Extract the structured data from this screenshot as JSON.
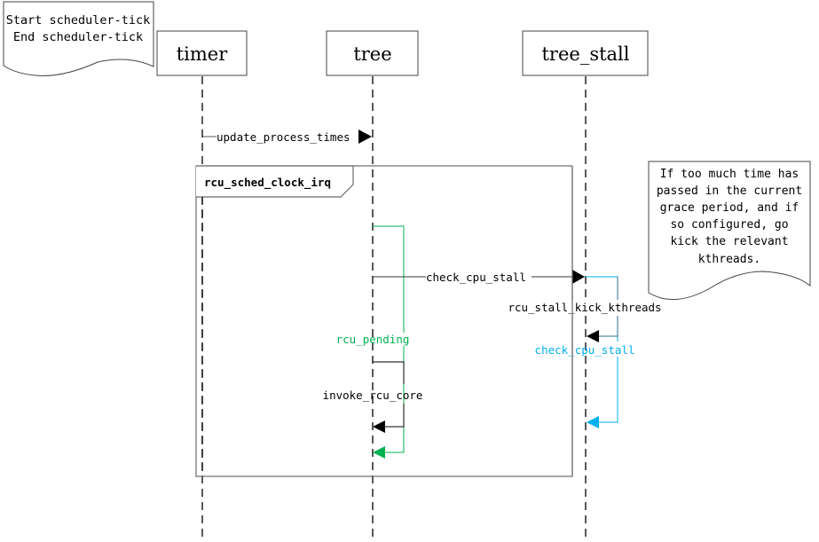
{
  "diagram": {
    "type": "sequence",
    "colors": {
      "line": "#000000",
      "frame": "#6b6b6b",
      "green": "#00b050",
      "cyan": "#00b0f0"
    },
    "notes": {
      "scheduler": {
        "lines": [
          "Start scheduler-tick",
          "End scheduler-tick"
        ]
      },
      "stall": {
        "lines": [
          "If too much time has",
          "passed in the current",
          "grace period, and if",
          "so configured, go",
          "kick the relevant",
          "kthreads."
        ]
      }
    },
    "lifelines": [
      {
        "id": "timer",
        "label": "timer"
      },
      {
        "id": "tree",
        "label": "tree"
      },
      {
        "id": "tree_stall",
        "label": "tree_stall"
      }
    ],
    "frame": {
      "label": "rcu_sched_clock_irq"
    },
    "messages": [
      {
        "id": "update_process_times",
        "from": "timer",
        "to": "tree",
        "label": "update_process_times",
        "color": "black"
      },
      {
        "id": "rcu_pending",
        "from": "tree",
        "to": "tree",
        "label": "rcu_pending",
        "color": "green"
      },
      {
        "id": "check_cpu_stall_call",
        "from": "tree",
        "to": "tree_stall",
        "label": "check_cpu_stall",
        "color": "black"
      },
      {
        "id": "rcu_stall_kick_kthreads",
        "from": "tree_stall",
        "to": "tree_stall",
        "label": "rcu_stall_kick_kthreads",
        "color": "black"
      },
      {
        "id": "check_cpu_stall_self",
        "from": "tree_stall",
        "to": "tree_stall",
        "label": "check_cpu_stall",
        "color": "cyan"
      },
      {
        "id": "invoke_rcu_core",
        "from": "tree",
        "to": "tree",
        "label": "invoke_rcu_core",
        "color": "black"
      }
    ]
  }
}
